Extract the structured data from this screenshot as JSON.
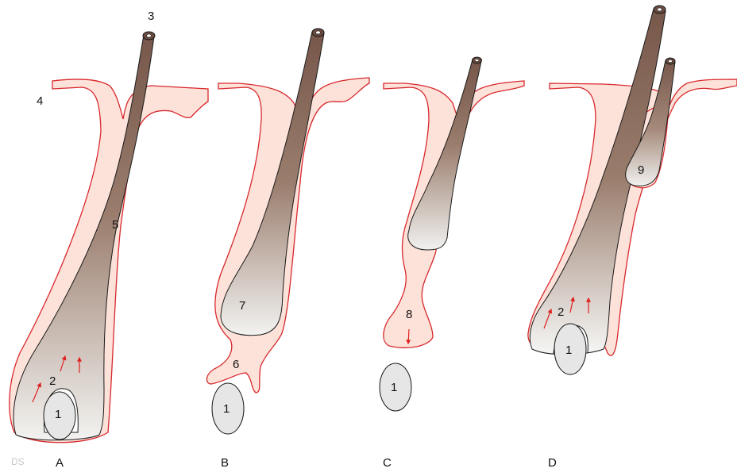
{
  "figure": {
    "panels": [
      {
        "id": "A",
        "label": "A"
      },
      {
        "id": "B",
        "label": "B"
      },
      {
        "id": "C",
        "label": "C"
      },
      {
        "id": "D",
        "label": "D"
      }
    ],
    "callouts": {
      "n1": "1",
      "n2": "2",
      "n3": "3",
      "n4": "4",
      "n5": "5",
      "n6": "6",
      "n7": "7",
      "n8": "8",
      "n9": "9"
    },
    "watermark": "DS"
  },
  "colors": {
    "skin_fill": "#fde2da",
    "skin_outline": "#d8282c",
    "hair_dark": "#7a5a4a",
    "hair_light": "#f1f1ef",
    "papilla_fill": "#e6e6e6",
    "arrow": "#e02020",
    "outline": "#1a1a1a"
  },
  "icons": {
    "growth_arrow": "red-arrow-icon"
  }
}
